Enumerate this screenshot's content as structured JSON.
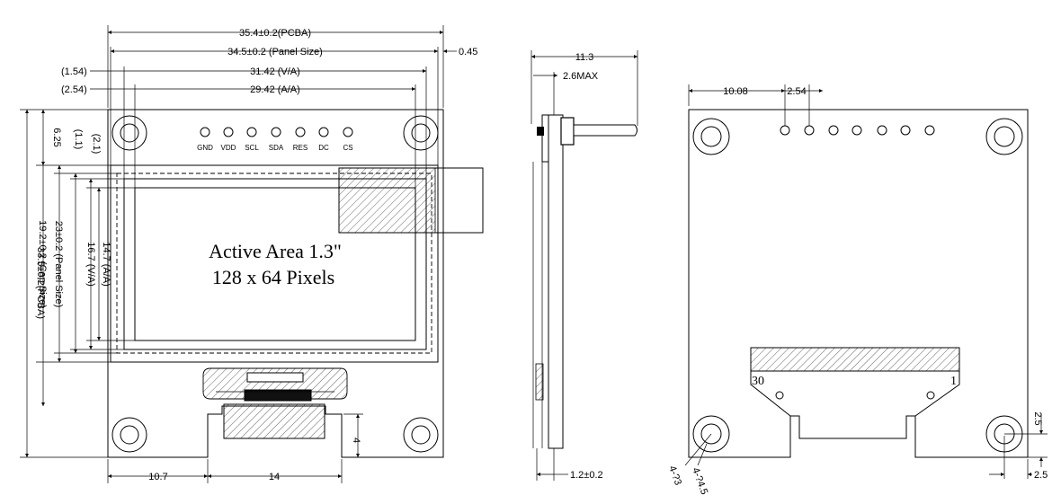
{
  "front_view": {
    "dim_pcb_width": "35.4±0.2(PCBA)",
    "dim_panel_width": "34.5±0.2 (Panel Size)",
    "dim_offset_045": "0.45",
    "dim_va_width": "31.42 (V/A)",
    "dim_aa_width": "29.42 (A/A)",
    "dim_left_154": "(1.54)",
    "dim_left_254": "(2.54)",
    "dim_top_625": "6.25",
    "dim_top_21": "(2.1)",
    "dim_top_11": "(1.1)",
    "dim_aa_height": "14.7 (A/A)",
    "dim_va_height": "16.7 (V/A)",
    "dim_cap_height": "19.2±0.2 (Cap Size)",
    "dim_panel_height": "23±0.2 (Panel Size)",
    "dim_pcb_height": "33.5±0.2(PCBA)",
    "dim_bottom_107": "10.7",
    "dim_bottom_14": "14",
    "dim_tab_4": "4",
    "pins": [
      "GND",
      "VDD",
      "SCL",
      "SDA",
      "RES",
      "DC",
      "CS"
    ],
    "active_area_line1": "Active Area 1.3\"",
    "active_area_line2": "128 x 64 Pixels"
  },
  "side_view": {
    "dim_length": "11.3",
    "dim_height_max": "2.6MAX",
    "dim_thickness": "1.2±0.2"
  },
  "back_view": {
    "dim_1008": "10.08",
    "dim_254": "2.54",
    "dim_right_25": "2.5",
    "dim_bottom_25": "2.5",
    "hole_note_1": "4-?3",
    "hole_note_2": "4-?4.5",
    "fpc_pin_start": "30",
    "fpc_pin_end": "1"
  }
}
